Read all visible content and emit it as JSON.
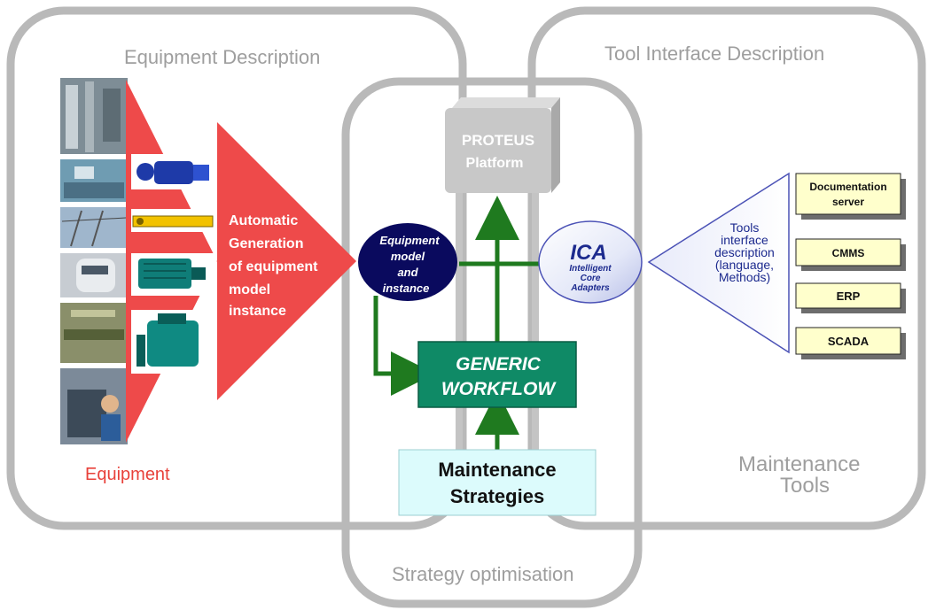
{
  "regions": {
    "equipment_description": "Equipment Description",
    "tool_interface_description": "Tool Interface Description",
    "strategy_optimisation": "Strategy optimisation",
    "equipment": "Equipment",
    "maintenance_tools": [
      "Maintenance",
      "Tools"
    ]
  },
  "proteus": {
    "line1": "PROTEUS",
    "line2": "Platform"
  },
  "automatic_generation": [
    "Automatic",
    "Generation",
    "of equipment",
    "model",
    "instance"
  ],
  "equipment_model": [
    "Equipment",
    "model",
    "and",
    "instance"
  ],
  "ica": {
    "title": "ICA",
    "sub": [
      "Intelligent",
      "Core",
      "Adapters"
    ]
  },
  "tools_interface": [
    "Tools",
    "interface",
    "description",
    "(language,",
    "Methods)"
  ],
  "generic_workflow": [
    "GENERIC",
    "WORKFLOW"
  ],
  "maintenance_strategies": [
    "Maintenance",
    "Strategies"
  ],
  "tools": [
    "Documentation server",
    "CMMS",
    "ERP",
    "SCADA"
  ],
  "documentation_lines": [
    "Documentation",
    "server"
  ],
  "colors": {
    "outline_gray": "#b9b9b9",
    "red": "#ee4a4a",
    "navy": "#0a0a5e",
    "green": "#1f7a1f",
    "teal": "#0f8a66",
    "tool_yellow": "#ffffcc",
    "strategy_cyan": "#dcfbfc"
  }
}
